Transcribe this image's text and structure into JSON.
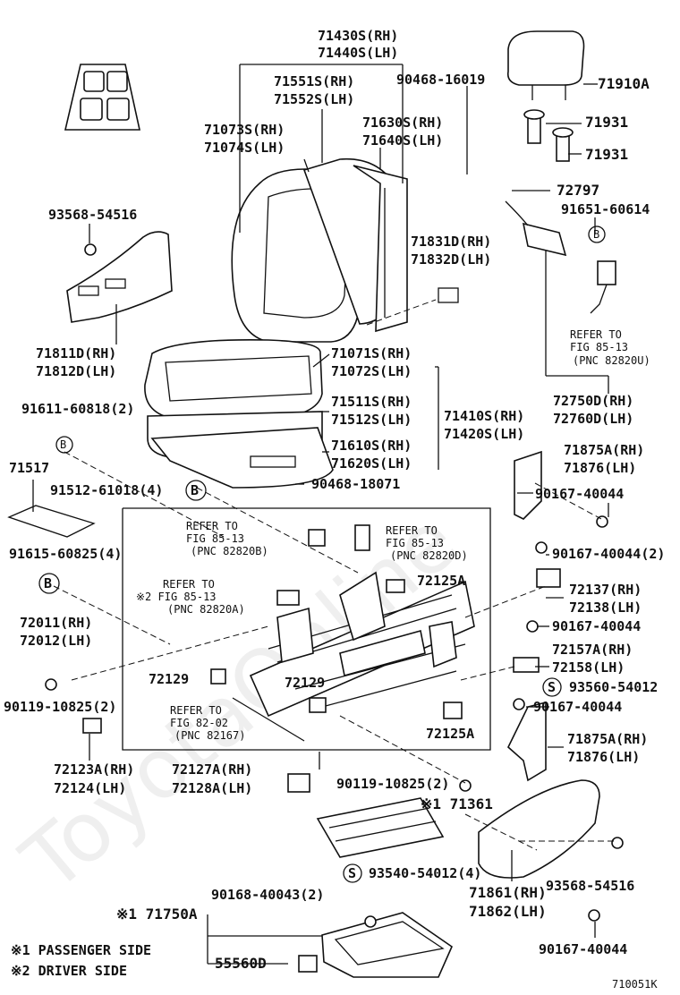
{
  "watermark": "ToyotaOnline",
  "diagram_id": "710051K",
  "markers": {
    "b": "B",
    "s": "S"
  },
  "legend": {
    "note1": "※1 PASSENGER SIDE",
    "note2": "※2 DRIVER SIDE"
  },
  "labels": {
    "p71430s": "71430S(RH)",
    "p71440s": "71440S(LH)",
    "p71551s": "71551S(RH)",
    "p71552s": "71552S(LH)",
    "p90468_16019": "90468-16019",
    "p71910a": "71910A",
    "p71073s": "71073S(RH)",
    "p71074s": "71074S(LH)",
    "p71630s": "71630S(RH)",
    "p71640s": "71640S(LH)",
    "p71931": "71931",
    "p72797": "72797",
    "p91651_60614": "91651-60614",
    "p93568_54516": "93568-54516",
    "p71831d": "71831D(RH)",
    "p71832d": "71832D(LH)",
    "p71811d": "71811D(RH)",
    "p71812d": "71812D(LH)",
    "p71071s": "71071S(RH)",
    "p71072s": "71072S(LH)",
    "p72750d": "72750D(RH)",
    "p72760d": "72760D(LH)",
    "p91611_60818": "91611-60818(2)",
    "p71511s": "71511S(RH)",
    "p71512s": "71512S(LH)",
    "p71410s": "71410S(RH)",
    "p71420s": "71420S(LH)",
    "p71610s": "71610S(RH)",
    "p71620s": "71620S(LH)",
    "p71875a": "71875A(RH)",
    "p71876": "71876(LH)",
    "p71517": "71517",
    "p90468_18071": "90468-18071",
    "p91512_61018": "91512-61018(4)",
    "p90167_40044": "90167-40044",
    "p90167_40044_2": "90167-40044(2)",
    "p91615_60825": "91615-60825(4)",
    "p72125a": "72125A",
    "p72137": "72137(RH)",
    "p72138": "72138(LH)",
    "p72011": "72011(RH)",
    "p72012": "72012(LH)",
    "p72157a": "72157A(RH)",
    "p72158": "72158(LH)",
    "p72129": "72129",
    "p93560_54012": "93560-54012",
    "p90119_10825": "90119-10825(2)",
    "p90119_10825_2": "90119-10825(2)",
    "p72123a": "72123A(RH)",
    "p72124": "72124(LH)",
    "p72127a": "72127A(RH)",
    "p72128a": "72128A(LH)",
    "p71361": "※1 71361",
    "p93540_54012": "93540-54012(4)",
    "p90168_40043": "90168-40043(2)",
    "p71861": "71861(RH)",
    "p71862": "71862(LH)",
    "p71750a": "※1 71750A",
    "p55560d": "55560D"
  },
  "refs": {
    "r1_line1": "REFER TO",
    "r1_line2": "FIG 85-13",
    "r1_line3": "(PNC 82820U)",
    "r2_line1": "REFER TO",
    "r2_line2": "FIG 85-13",
    "r2_line3": "(PNC 82820B)",
    "r3_line1": "REFER TO",
    "r3_line2": "FIG 85-13",
    "r3_line3": "(PNC 82820D)",
    "r4_line1": "REFER TO",
    "r4_line2": "※2 FIG 85-13",
    "r4_line3": "(PNC 82820A)",
    "r5_line1": "REFER TO",
    "r5_line2": "FIG 82-02",
    "r5_line3": "(PNC 82167)"
  }
}
